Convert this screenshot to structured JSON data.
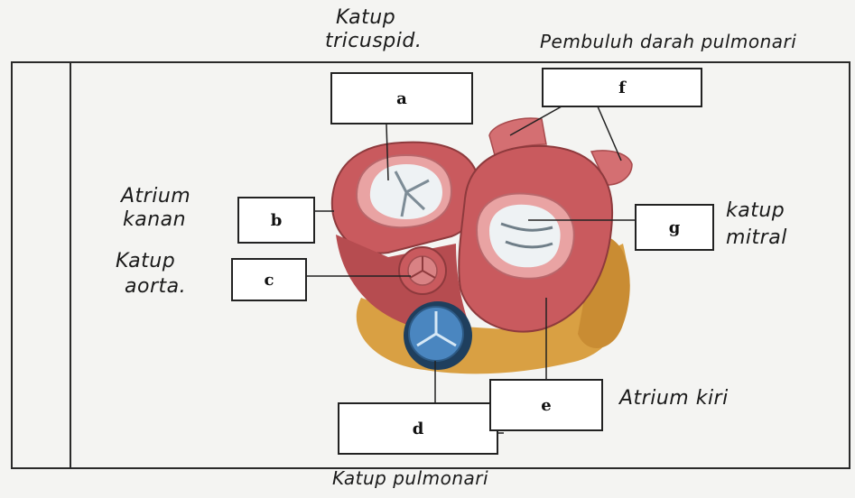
{
  "boxes": {
    "a": "a",
    "b": "b",
    "c": "c",
    "d": "d",
    "e": "e",
    "f": "f",
    "g": "g"
  },
  "handwritten": {
    "a_line1": "Katup",
    "a_line2": "tricuspid.",
    "f": "Pembuluh darah pulmonari",
    "b_line1": "Atrium",
    "b_line2": "kanan",
    "c_line1": "Katup",
    "c_line2": "aorta.",
    "g_line1": "katup",
    "g_line2": "mitral",
    "e": "Atrium kiri",
    "d": "Katup pulmonari"
  },
  "colors": {
    "myocardium": "#c95a5e",
    "myocardium_light": "#e38c8c",
    "fat": "#d9a043",
    "valve_blue": "#4a86c0",
    "valve_white": "#eef2f4"
  }
}
